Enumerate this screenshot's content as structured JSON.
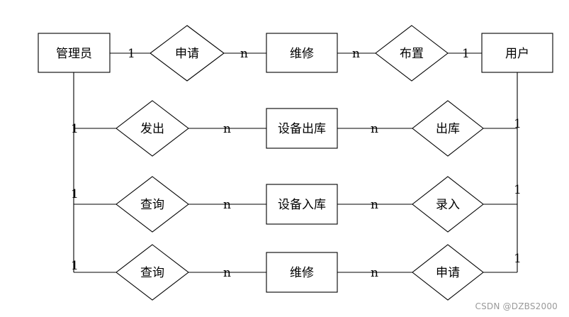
{
  "entities": {
    "admin": "管理员",
    "user": "用户",
    "repair_top": "维修",
    "stock_out": "设备出库",
    "stock_in": "设备入库",
    "repair_bottom": "维修"
  },
  "relationships": {
    "apply_top": "申请",
    "arrange": "布置",
    "issue": "发出",
    "outbound": "出库",
    "query_a": "查询",
    "record": "录入",
    "query_b": "查询",
    "apply_bottom": "申请"
  },
  "cardinalities": {
    "admin_apply_top": "1",
    "apply_top_repair": "n",
    "repair_arrange": "n",
    "arrange_user": "1",
    "admin_issue": "1",
    "issue_stock_out": "n",
    "stock_out_outbound": "n",
    "outbound_user": "1",
    "admin_query_a": "1",
    "query_a_stock_in": "n",
    "stock_in_record": "n",
    "record_user": "1",
    "admin_query_b": "1",
    "query_b_repair": "n",
    "repair_apply_bottom": "n",
    "apply_bottom_user": "1"
  },
  "watermark": "CSDN @DZBS2000"
}
